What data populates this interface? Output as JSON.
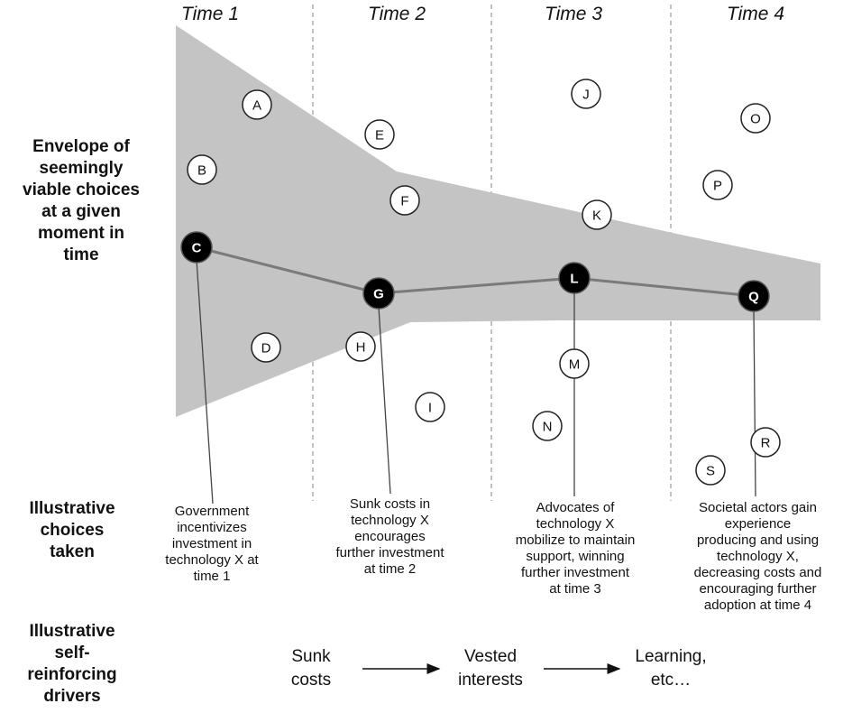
{
  "time_labels": [
    "Time 1",
    "Time 2",
    "Time 3",
    "Time 4"
  ],
  "row_labels": {
    "envelope": [
      "Envelope of",
      "seemingly",
      "viable choices",
      "at a given",
      "moment in",
      "time"
    ],
    "choices": [
      "Illustrative",
      "choices",
      "taken"
    ],
    "drivers": [
      "Illustrative",
      "self-",
      "reinforcing",
      "drivers"
    ]
  },
  "nodes": {
    "white": [
      "A",
      "B",
      "D",
      "E",
      "F",
      "H",
      "I",
      "J",
      "K",
      "M",
      "N",
      "O",
      "P",
      "R",
      "S"
    ],
    "chosen": [
      "C",
      "G",
      "L",
      "Q"
    ]
  },
  "captions": [
    [
      "Government",
      "incentivizes",
      "investment in",
      "technology X at",
      "time 1"
    ],
    [
      "Sunk costs in",
      "technology X",
      "encourages",
      "further investment",
      "at time 2"
    ],
    [
      "Advocates of",
      "technology X",
      "mobilize to maintain",
      "support, winning",
      "further investment",
      "at time 3"
    ],
    [
      "Societal actors gain",
      "experience",
      "producing and using",
      "technology X,",
      "decreasing costs and",
      "encouraging further",
      "adoption at time 4"
    ]
  ],
  "drivers": [
    [
      "Sunk",
      "costs"
    ],
    [
      "Vested",
      "interests"
    ],
    [
      "Learning,",
      "etc…"
    ]
  ],
  "colors": {
    "envelope_fill": "#c4c4c4",
    "path_line": "#7a7a7a",
    "chosen_node": "#000000",
    "divider": "#9a9a9a"
  }
}
